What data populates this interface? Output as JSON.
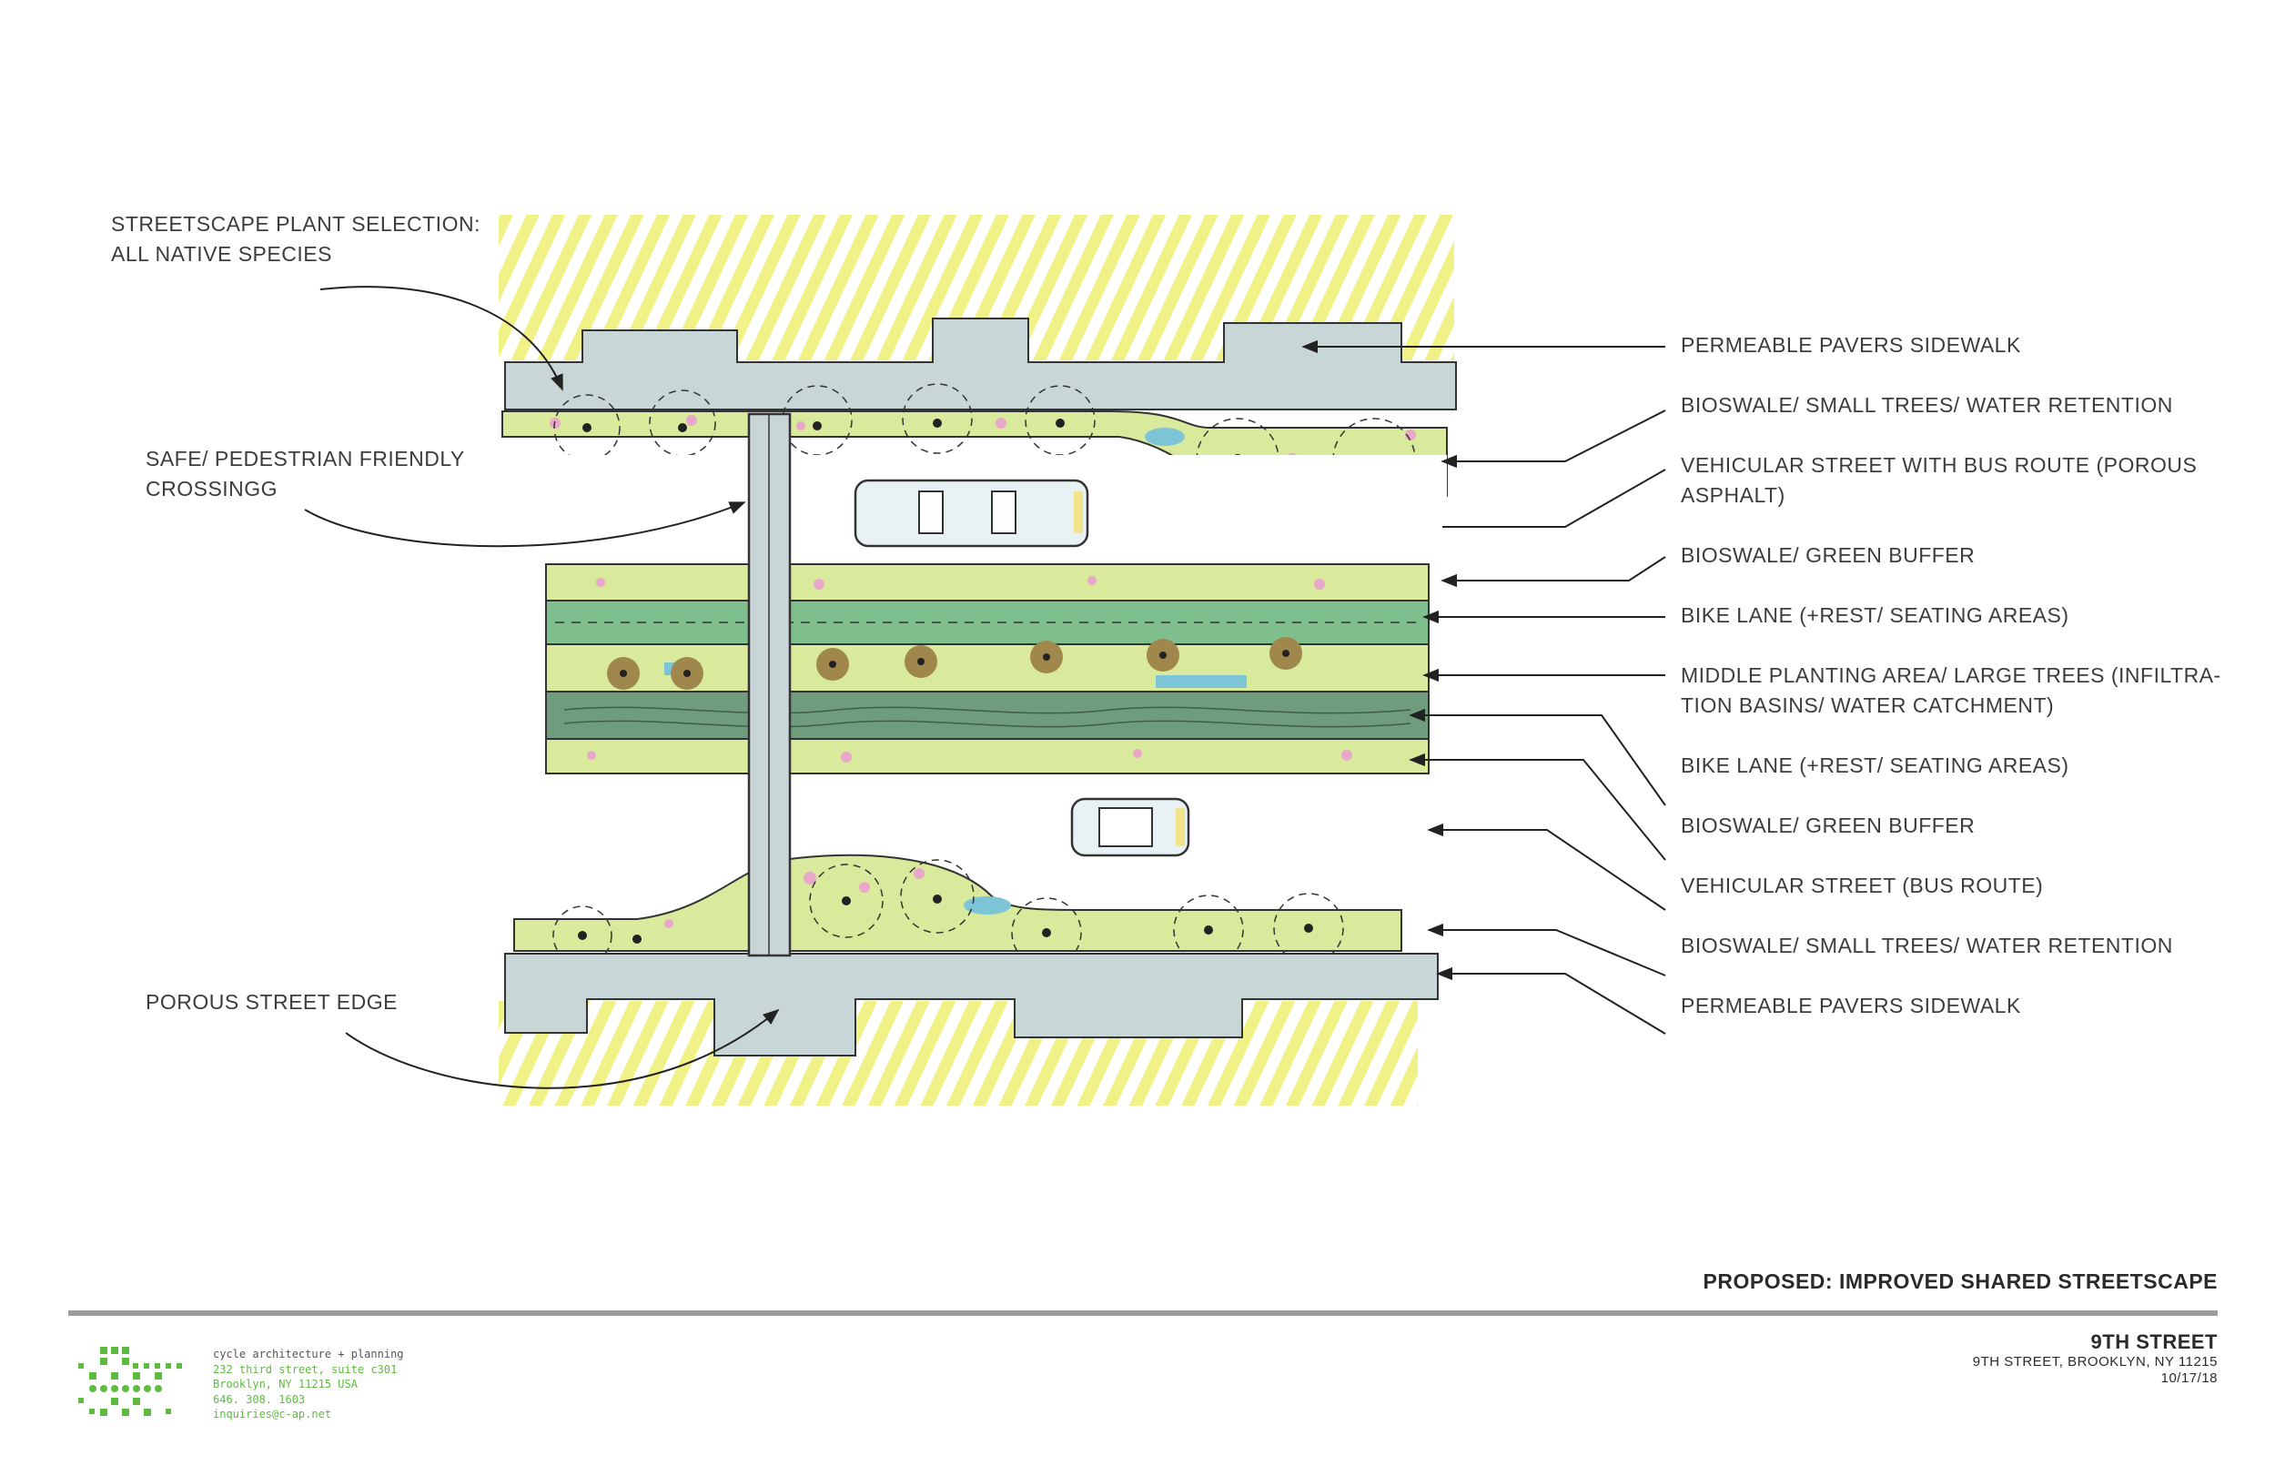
{
  "labels": {
    "left": {
      "plant_selection_1": "STREETSCAPE PLANT SELECTION:",
      "plant_selection_2": "ALL NATIVE SPECIES",
      "crossing_1": "SAFE/ PEDESTRIAN FRIENDLY",
      "crossing_2": "CROSSINGG",
      "street_edge": "POROUS STREET EDGE"
    },
    "right": [
      "PERMEABLE PAVERS SIDEWALK",
      "BIOSWALE/ SMALL TREES/ WATER RETENTION",
      "VEHICULAR STREET WITH BUS ROUTE (POROUS",
      "ASPHALT)",
      "BIOSWALE/ GREEN BUFFER",
      "BIKE LANE (+REST/ SEATING AREAS)",
      "MIDDLE PLANTING AREA/ LARGE TREES (INFILTRA-",
      "TION BASINS/ WATER CATCHMENT)",
      "BIKE LANE (+REST/ SEATING AREAS)",
      "BIOSWALE/ GREEN BUFFER",
      "VEHICULAR STREET (BUS ROUTE)",
      "BIOSWALE/ SMALL TREES/ WATER RETENTION",
      "PERMEABLE PAVERS SIDEWALK"
    ]
  },
  "title_block": {
    "sheet_title": "PROPOSED: IMPROVED SHARED STREETSCAPE",
    "project_name": "9TH STREET",
    "address": "9TH STREET, BROOKLYN, NY 11215",
    "date": "10/17/18"
  },
  "firm": {
    "name": "cycle architecture + planning",
    "street": "232 third street, suite c301",
    "city": "Brooklyn,  NY 11215 USA",
    "phone": "646. 308. 1603",
    "email": "inquiries@c-ap.net"
  },
  "colors": {
    "sidewalk": "#c9d6d7",
    "building_hatch": "#eef07a",
    "bioswale": "#d9ea9c",
    "bike_lane": "#7fbf8e",
    "middle_planting": "#6e9c7c",
    "tree": "#a0874c",
    "water": "#7cc4d6",
    "flower": "#e9a8c9",
    "logo_green": "#5dbb3f"
  }
}
